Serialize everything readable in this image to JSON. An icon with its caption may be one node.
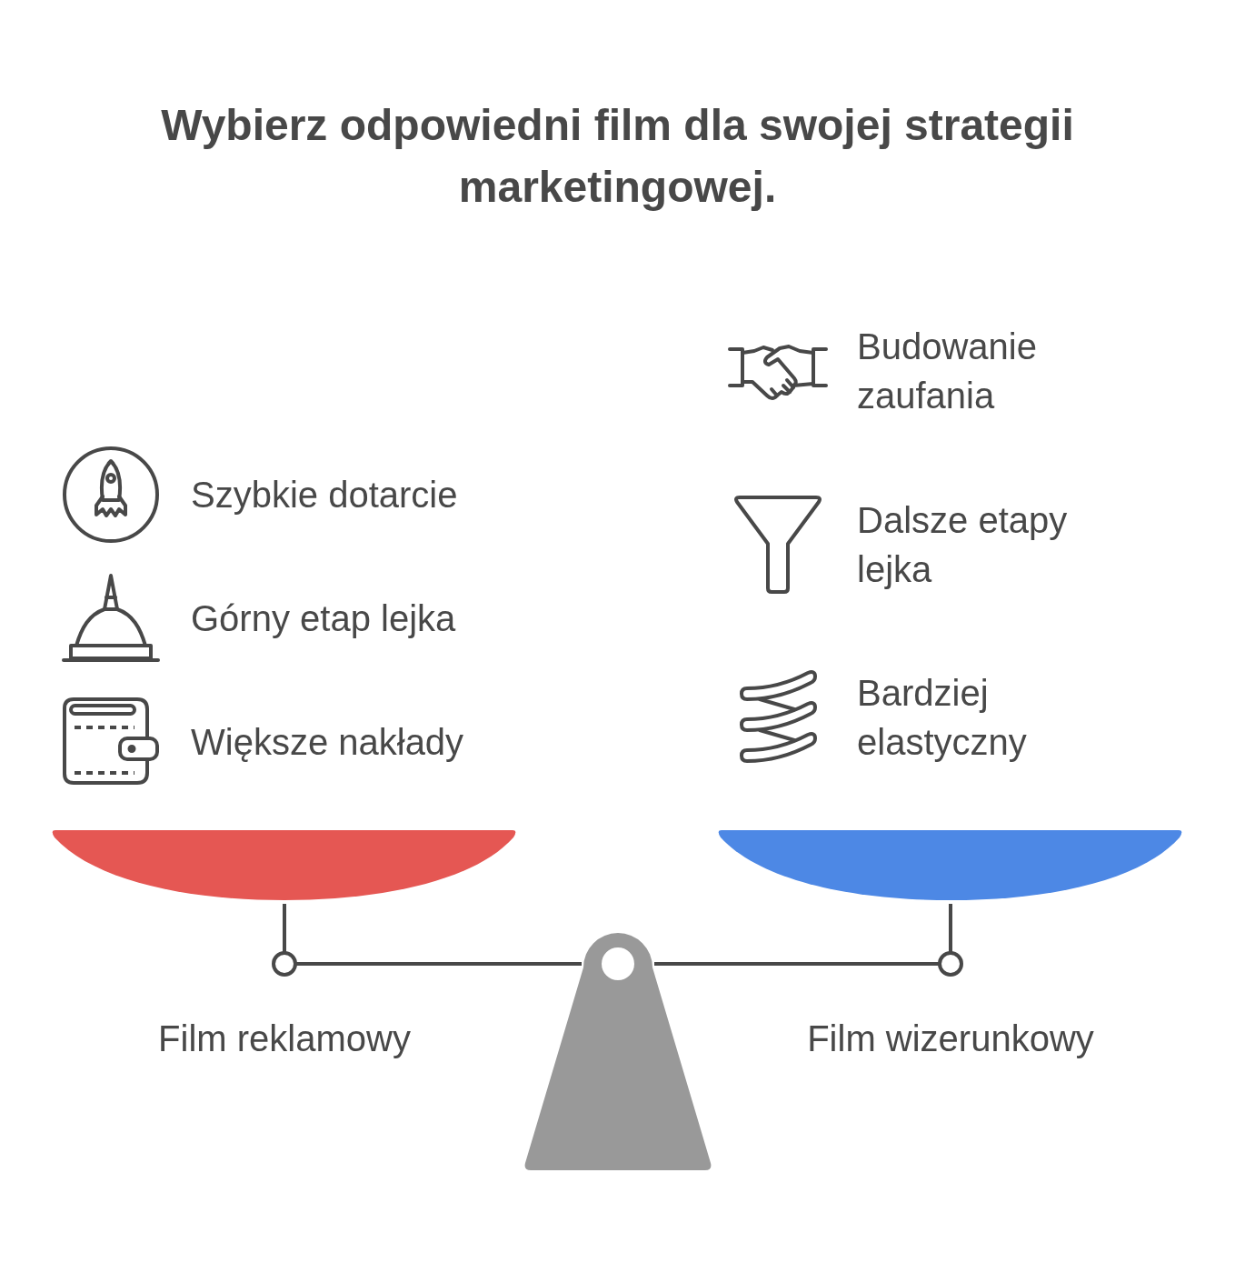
{
  "diagram": {
    "title": "Wybierz odpowiedni film dla swojej strategii marketingowej.",
    "labels": [
      "Szybkie dotarcie",
      "Górny etap lejka",
      "Większe nakłady",
      "Budowanie zaufania",
      "Dalsze etapy lejka",
      "Bardziej elastyczny",
      "Film reklamowy",
      "Film wizerunkowy"
    ]
  }
}
